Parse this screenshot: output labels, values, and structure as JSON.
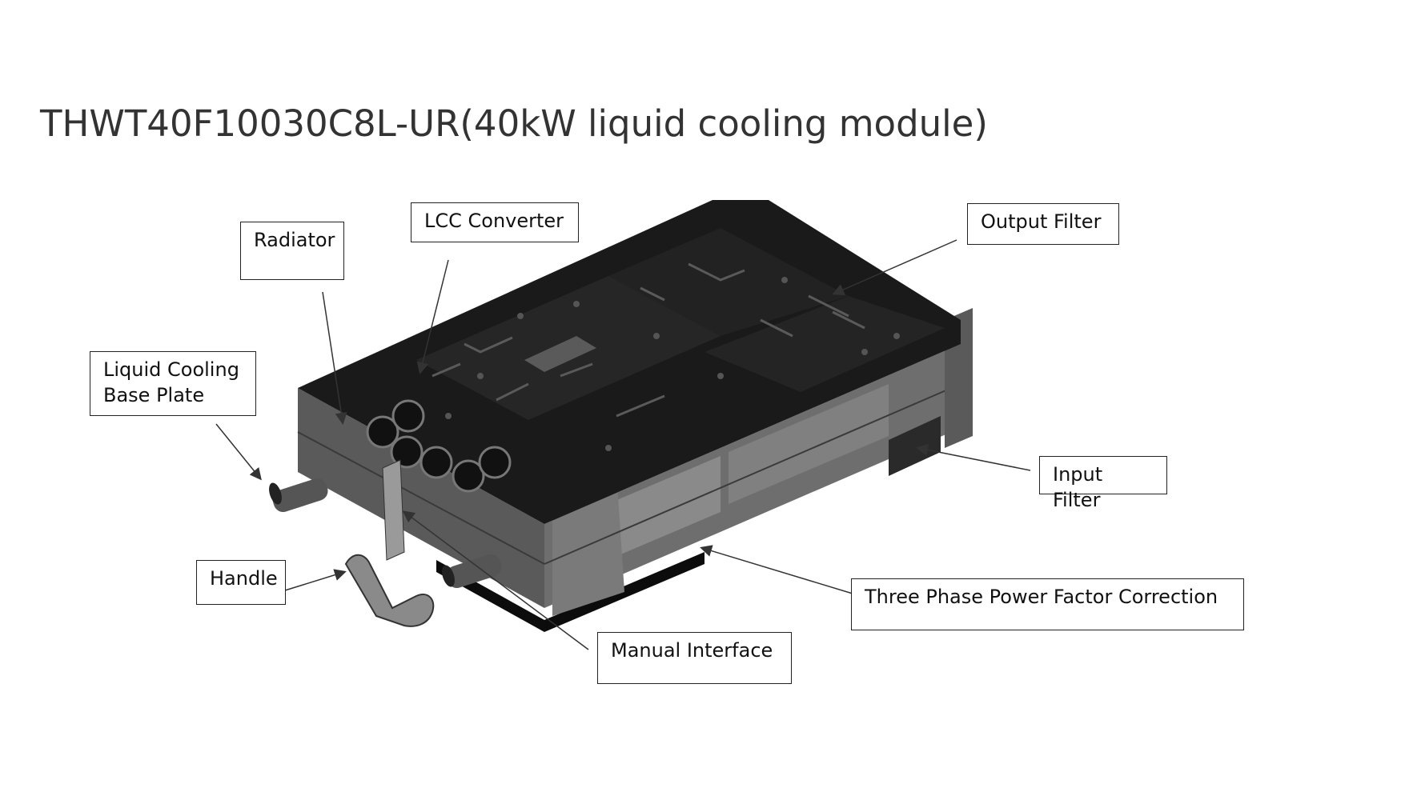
{
  "title": "THWT40F10030C8L-UR(40kW liquid cooling module)",
  "callouts": {
    "radiator": "Radiator",
    "lcc_converter": "LCC Converter",
    "output_filter": "Output Filter",
    "liquid_cooling_base_plate": "Liquid Cooling\nBase Plate",
    "input_filter": "Input Filter",
    "handle": "Handle",
    "three_phase_pfc": "Three Phase Power Factor Correction",
    "manual_interface": "Manual Interface"
  },
  "colors": {
    "module_body": "#1a1a1a",
    "module_side": "#6b6b6b",
    "leader_line": "#333333"
  }
}
